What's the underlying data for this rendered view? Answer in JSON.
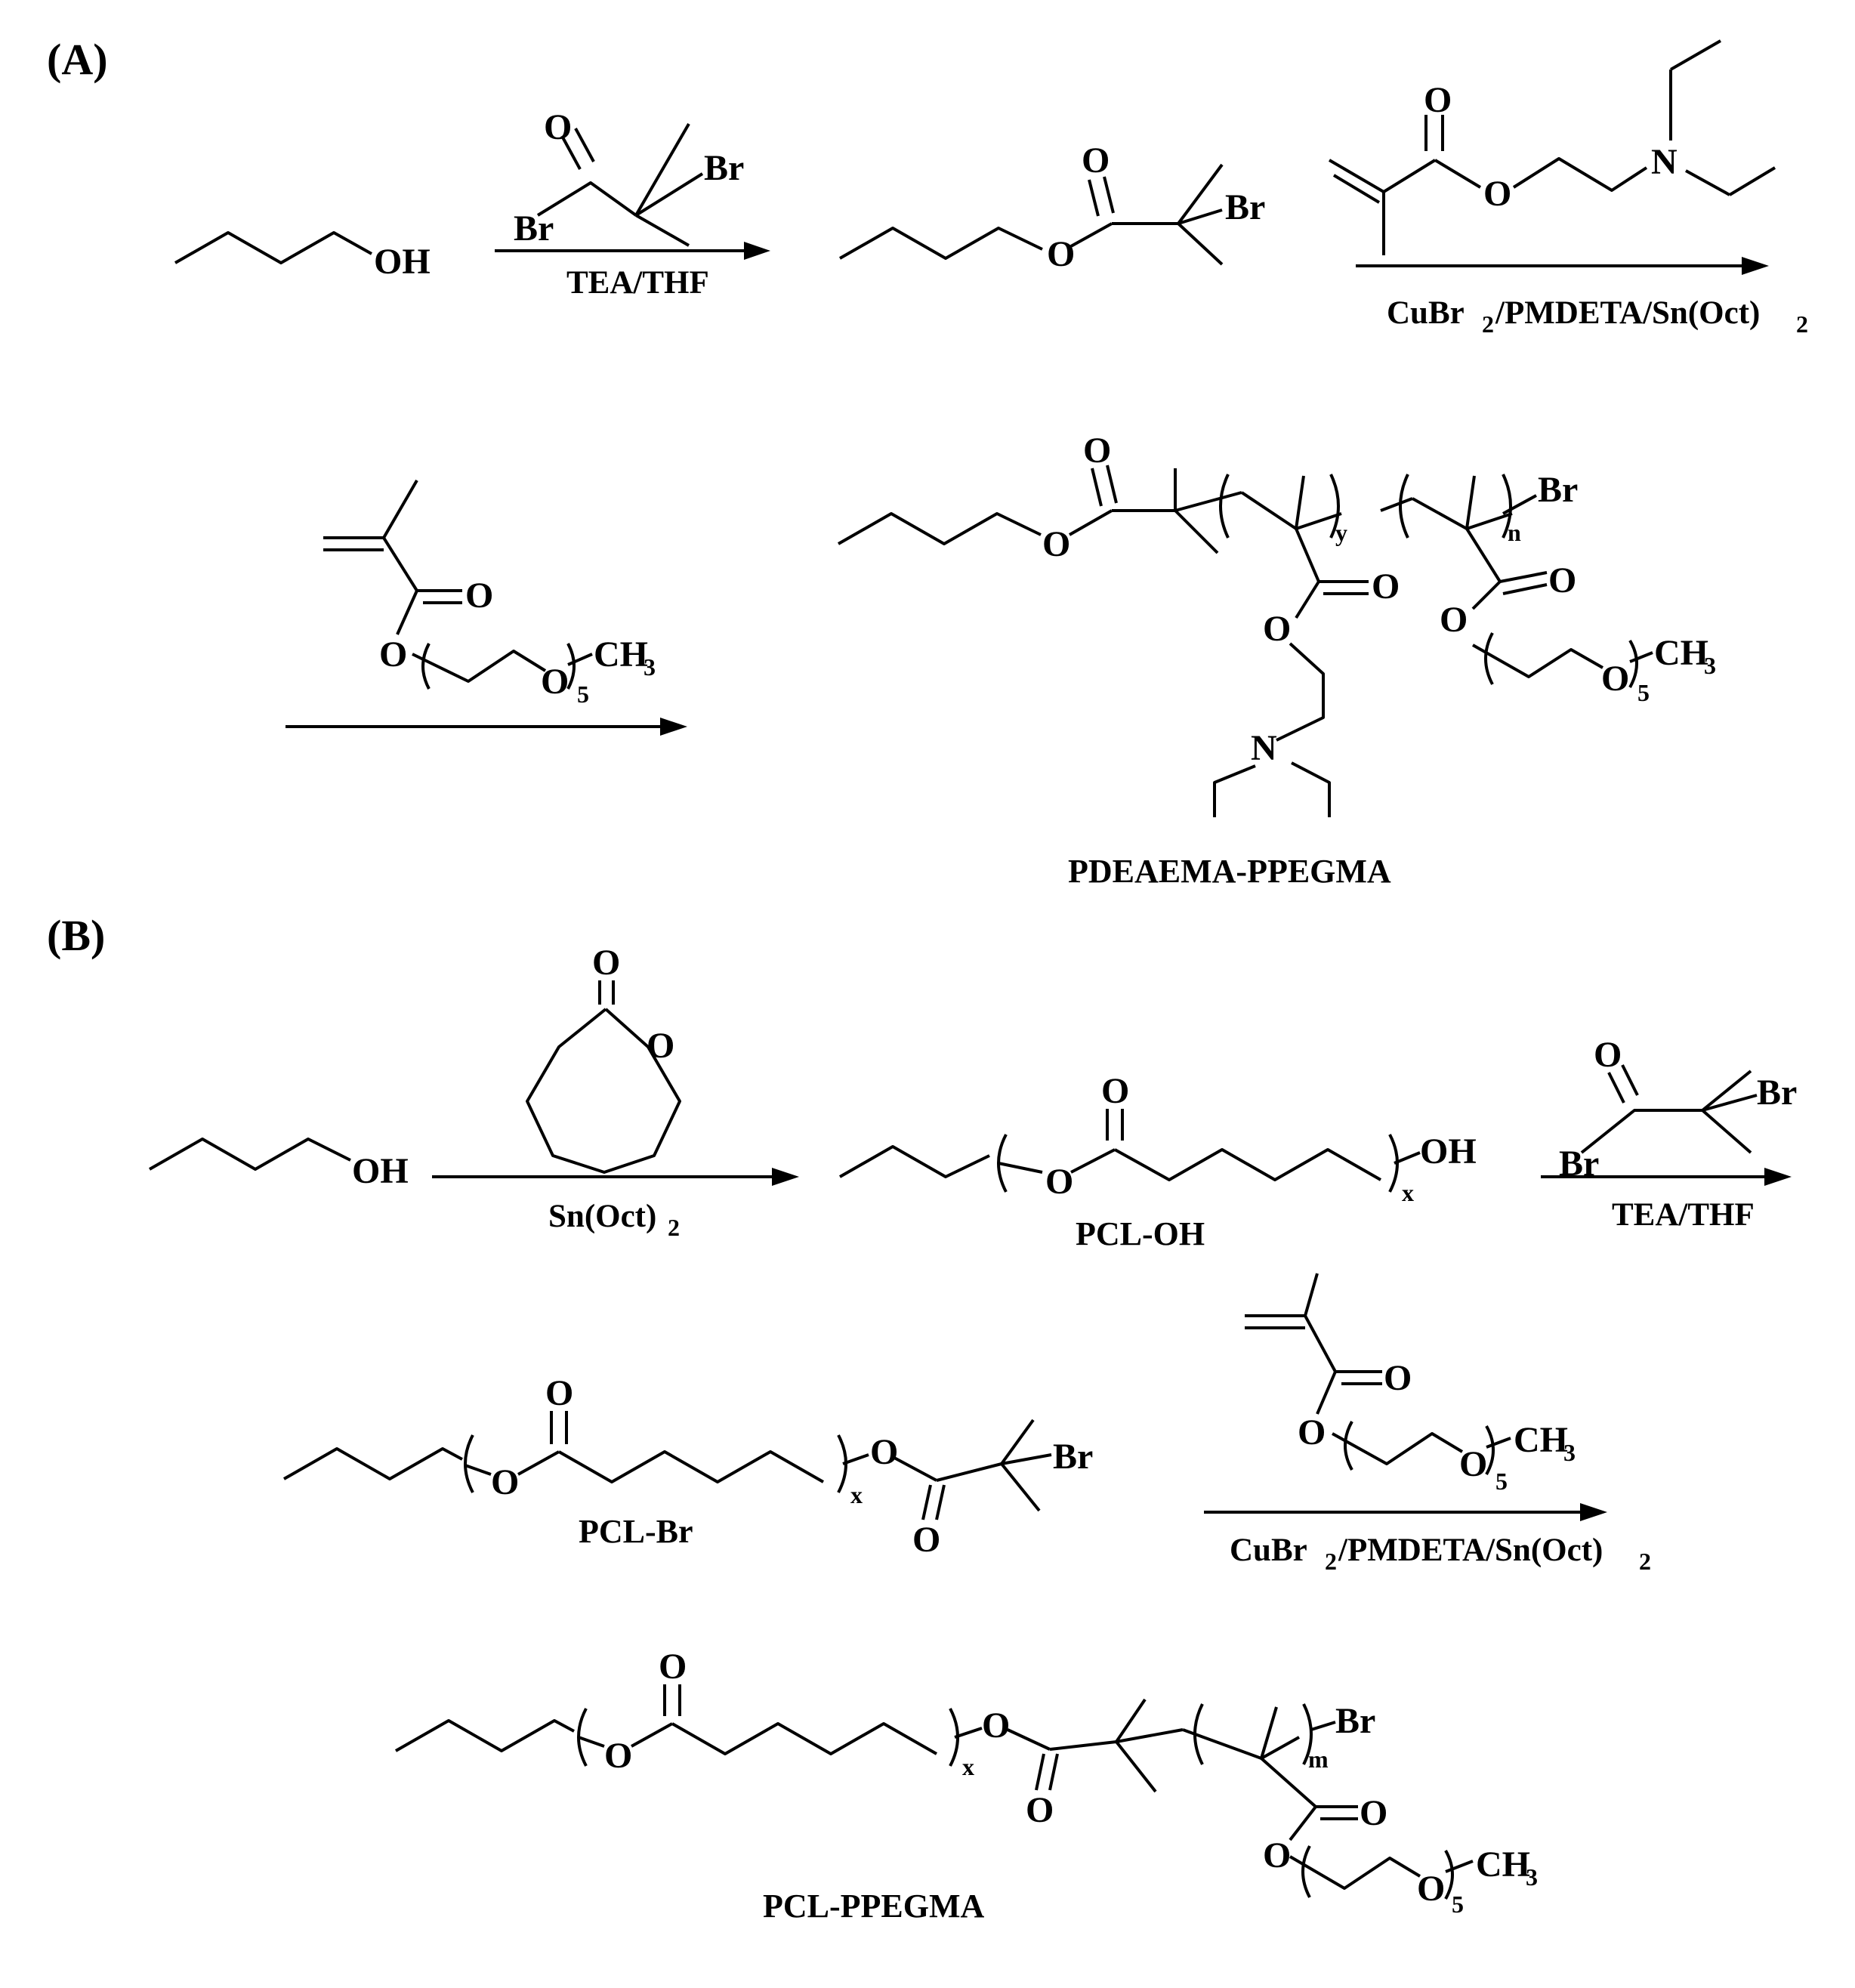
{
  "panels": {
    "a": "(A)",
    "b": "(B)"
  },
  "atoms": {
    "O": "O",
    "OH": "OH",
    "Br": "Br",
    "N": "N",
    "CH3": "CH",
    "three": "3",
    "five": "5",
    "y": "y",
    "n": "n",
    "x": "x",
    "m": "m"
  },
  "reagents": {
    "tea_thf": "TEA/THF",
    "cat_a": "CuBr",
    "cat_b": "/PMDETA/Sn(Oct)",
    "two": "2",
    "sn": "Sn(Oct)"
  },
  "names": {
    "pdeaema": "PDEAEMA-PPEGMA",
    "pcl_oh": "PCL-OH",
    "pcl_br": "PCL-Br",
    "pcl_ppegma": "PCL-PPEGMA"
  }
}
